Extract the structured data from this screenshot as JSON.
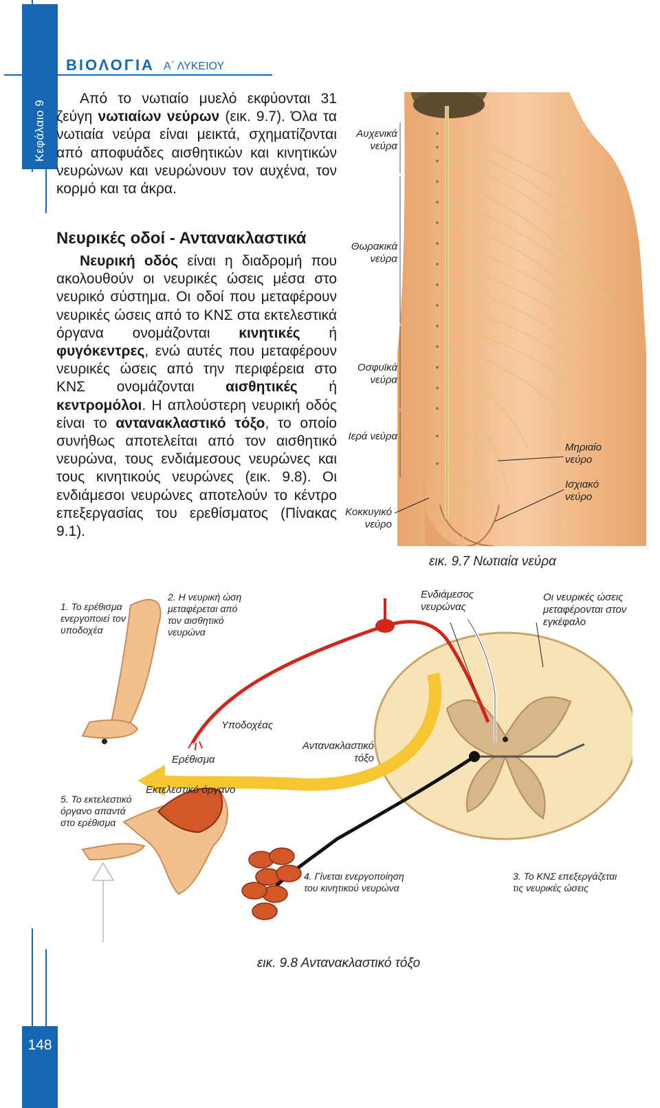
{
  "header": {
    "title": "ΒΙΟΛΟΓΙΑ",
    "subtitle": "Α΄ ΛΥΚΕΙΟΥ",
    "chapter": "Κεφάλαιο 9"
  },
  "text": {
    "intro": {
      "t1": "Από το νωτιαίο μυελό εκφύονται 31 ζεύγη ",
      "b1": "νωτιαίων νεύρων",
      "t2": " (εικ. 9.7). Όλα τα νωτιαία νεύρα είναι μεικτά, σχηματίζονται από αποφυάδες αισθητικών και κινητικών νευρώνων και νευρώνουν τον αυχένα, τον κορμό και τα άκρα."
    },
    "section_heading": "Νευρικές οδοί - Αντανακλαστικά",
    "para": {
      "b1": "Νευρική οδός",
      "t1": " είναι η διαδρομή που ακολουθούν οι νευρικές ώσεις μέσα στο νευρικό σύστημα. Οι οδοί που μεταφέρουν νευρικές ώσεις από το ΚΝΣ στα εκτελεστικά όργανα ονομάζονται ",
      "b2": "κινητικές",
      "t2": " ή ",
      "b3": "φυγόκεντρες",
      "t3": ", ενώ αυτές που μεταφέρουν νευρικές ώσεις από την περιφέρεια στο ΚΝΣ ονομάζονται ",
      "b4": "αισθητικές",
      "t4": " ή ",
      "b5": "κεντρομόλοι",
      "t5": ". Η απλούστερη νευρική οδός είναι το ",
      "b6": "αντανακλαστικό τόξο",
      "t6": ", το οποίο συνήθως αποτελείται από τον αισθητικό νευρώνα, τους ενδιάμεσους νευρώνες και τους κινητικούς νευρώνες (εικ. 9.8). Οι ενδιάμεσοι νευρώνες αποτελούν το κέντρο επεξεργασίας του ερεθίσματος (Πίνακας 9.1)."
    }
  },
  "fig97": {
    "labels": {
      "cervical": "Αυχενικά νεύρα",
      "thoracic": "Θωρακικά νεύρα",
      "lumbar": "Οσφυϊκά νεύρα",
      "sacral": "Ιερά νεύρα",
      "coccygeal": "Κοκκυγικό νεύρο",
      "femoral": "Μηριαίο νεύρο",
      "sciatic": "Ισχιακό νεύρο"
    },
    "caption": "εικ. 9.7 Νωτιαία νεύρα"
  },
  "fig98": {
    "steps": {
      "s1": "1. Το ερέθισμα ενεργοποιεί τον υποδοχέα",
      "s2": "2. Η νευρική ώση μεταφέρεται από τον αισθητικό νευρώνα",
      "s3": "3. Το ΚΝΣ επεξεργάζεται τις νευρικές ώσεις",
      "s4": "4. Γίνεται ενεργοποίηση του κινητικού νευρώνα",
      "s5": "5. Το εκτελεστικό όργανο απαντά στο ερέθισμα"
    },
    "labels": {
      "interneuron": "Ενδιάμεσος νευρώνας",
      "to_brain": "Οι νευρικές ώσεις μεταφέρονται στον εγκέφαλο",
      "receptor": "Υποδοχέας",
      "stimulus": "Ερέθισμα",
      "reflex_arc": "Αντανακλαστικό τόξο",
      "effector": "Εκτελεστικό όργανο"
    },
    "caption": "εικ. 9.8 Αντανακλαστικό τόξο"
  },
  "page_number": "148",
  "colors": {
    "accent": "#1467b3",
    "skin": "#f2c08f",
    "nerve_red": "#d0261b",
    "nerve_black": "#111111",
    "arrow_yellow": "#f6c632"
  }
}
